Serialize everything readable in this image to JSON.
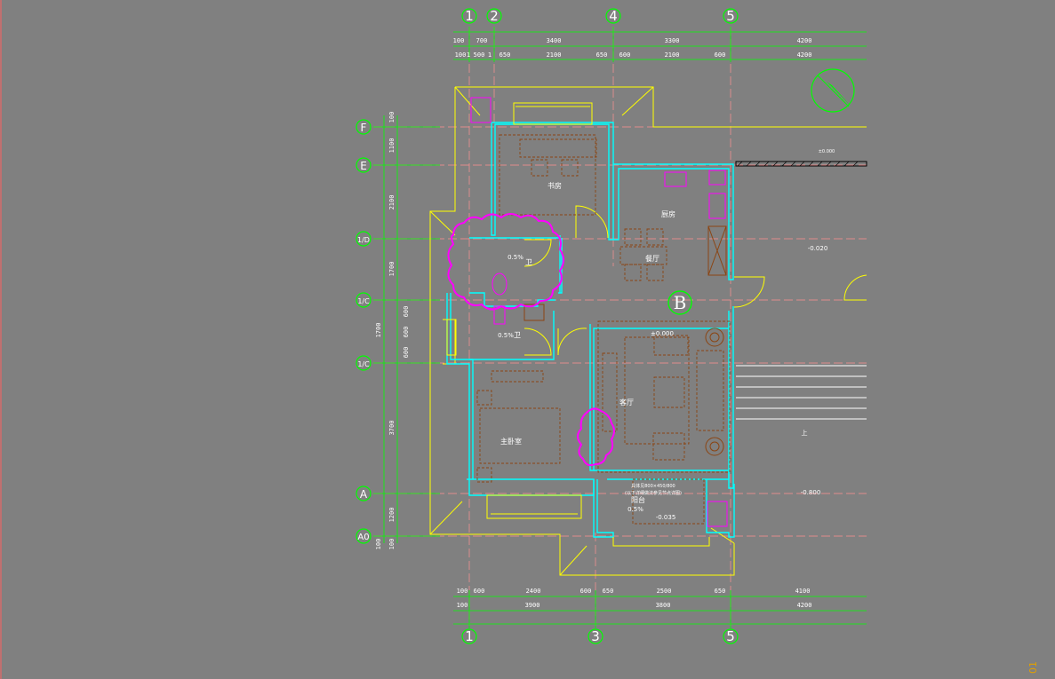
{
  "drawing": {
    "grid_top": [
      "1",
      "2",
      "4",
      "5"
    ],
    "grid_bottom": [
      "1",
      "3",
      "5"
    ],
    "grid_left": [
      "F",
      "E",
      "1/D",
      "1/C",
      "1/C",
      "A",
      "A0"
    ],
    "dims_top_row1": [
      "100",
      "700",
      "3400",
      "3300",
      "4200"
    ],
    "dims_top_row2": [
      "100",
      "1",
      "500",
      "1",
      "650",
      "2100",
      "650",
      "600",
      "2100",
      "600",
      "4200"
    ],
    "dims_bottom_row1": [
      "100",
      "600",
      "2400",
      "600",
      "650",
      "2500",
      "650",
      "4100"
    ],
    "dims_bottom_row2": [
      "100",
      "3900",
      "3800",
      "4200"
    ],
    "dims_left_outer": [
      "100",
      "1100",
      "2100",
      "1700",
      "1700",
      "3700",
      "1200",
      "100",
      "100"
    ],
    "dims_left_inner": [
      "600",
      "600",
      "600"
    ],
    "rooms": {
      "study": "书房",
      "kitchen": "厨房",
      "dining": "餐厅",
      "bath1": "卫",
      "bath2": "卫",
      "living": "客厅",
      "master": "主卧室",
      "balcony": "阳台"
    },
    "levels": {
      "bath1_slope": "0.5%",
      "bath2_slope": "0.5%",
      "living": "±0.000",
      "right_area": "-0.020",
      "balcony_slope": "0.5%",
      "balcony_level": "-0.035",
      "right_lower": "-0.800",
      "top_strip": "±0.000",
      "balcony_note1": "具体见800×450/800",
      "balcony_note2": "(以下详细做法参见节点详图)",
      "stair_up": "上"
    },
    "revision_mark": "B",
    "sheet_code": "01",
    "colors": {
      "background": "#808080",
      "grid_bubble": "#00ff00",
      "dimension_line": "#00ff00",
      "wall_inner": "#00ffff",
      "wall_outer": "#ffff00",
      "furniture": "#8b4513",
      "revision_cloud": "#ff00ff",
      "axis_line": "#ff8080"
    }
  }
}
